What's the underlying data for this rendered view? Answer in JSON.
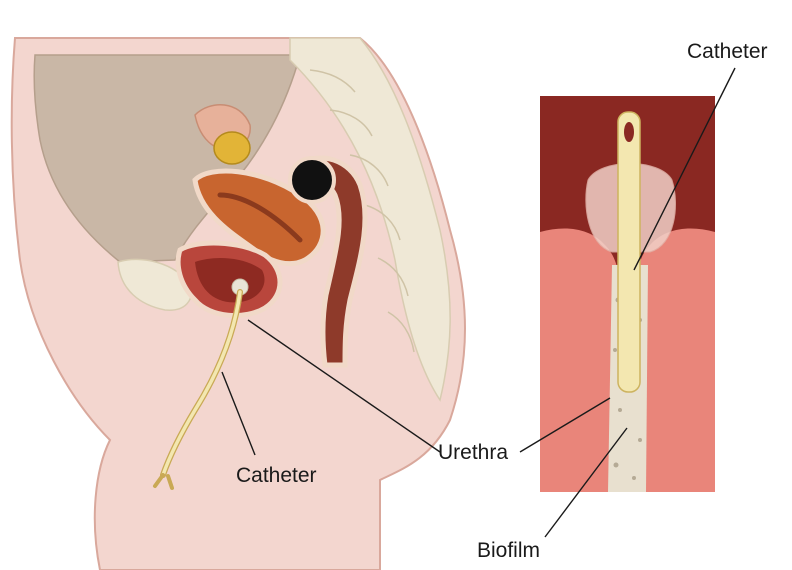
{
  "labels": {
    "catheter_inset": "Catheter",
    "catheter_main": "Catheter",
    "urethra": "Urethra",
    "biofilm": "Biofilm"
  },
  "colors": {
    "skin": "#f3d6cf",
    "skin_edge": "#d9a89c",
    "cavity": "#c9b7a6",
    "spine": "#efe8d6",
    "uterus": "#c8652f",
    "bladder": "#b9463c",
    "rectum": "#8e3a2a",
    "catheter": "#f3e7b0",
    "inset_bg": "#8a2822",
    "inset_tissue": "#e9857a",
    "biofilm": "#e8e0cf"
  }
}
